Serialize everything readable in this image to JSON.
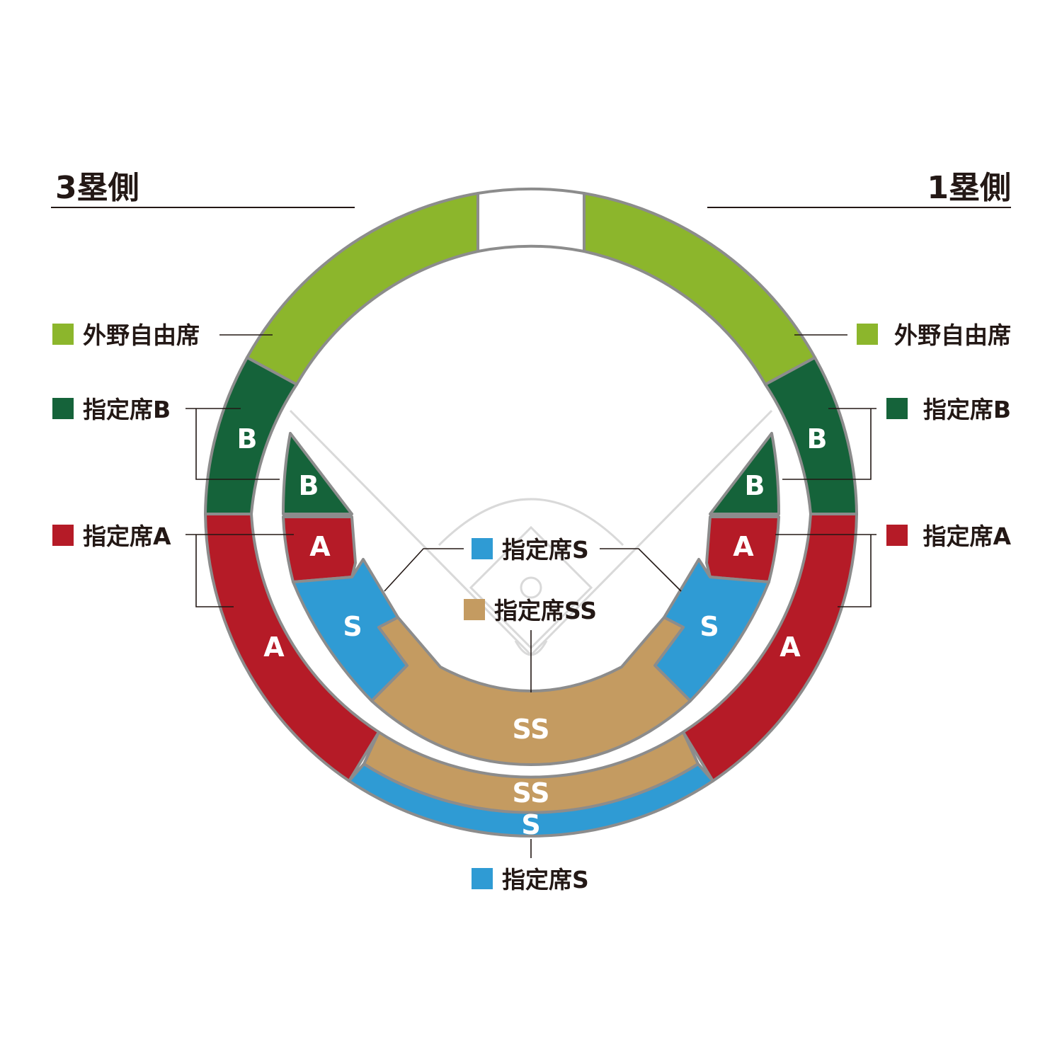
{
  "header": {
    "left_title": "3塁側",
    "right_title": "1塁側"
  },
  "colors": {
    "outfield": "#8cb62c",
    "b": "#15633a",
    "a": "#b51b27",
    "s": "#2f9bd4",
    "ss": "#c49b61",
    "text": "#231815",
    "outline": "#8c8c8c"
  },
  "legend": {
    "outfield": "外野自由席",
    "b": "指定席B",
    "a": "指定席A",
    "s": "指定席S",
    "ss": "指定席SS"
  },
  "sections": {
    "b": "B",
    "a": "A",
    "s": "S",
    "ss": "SS"
  }
}
